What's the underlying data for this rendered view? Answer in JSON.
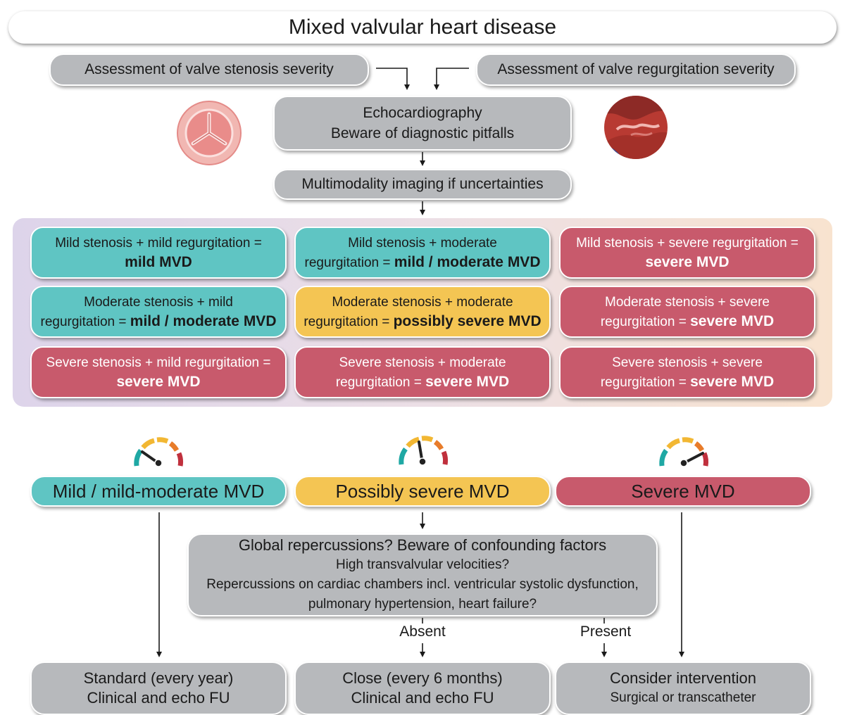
{
  "title": "Mixed valvular heart disease",
  "assessment": {
    "stenosis": "Assessment of valve stenosis severity",
    "regurgitation": "Assessment of valve regurgitation severity"
  },
  "echo": {
    "line1": "Echocardiography",
    "line2": "Beware of diagnostic pitfalls"
  },
  "multimodality": "Multimodality imaging if uncertainties",
  "grid": [
    {
      "line1": "Mild stenosis + mild regurgitation =",
      "result": "mild MVD",
      "color": "#5fc5c3"
    },
    {
      "line1": "Mild stenosis + moderate",
      "line2": "regurgitation = ",
      "result": "mild / moderate MVD",
      "color": "#5fc5c3"
    },
    {
      "line1": "Mild stenosis + severe regurgitation =",
      "result": "severe MVD",
      "color": "#c85a6c"
    },
    {
      "line1": "Moderate stenosis + mild",
      "line2": "regurgitation = ",
      "result": "mild / moderate MVD",
      "color": "#5fc5c3"
    },
    {
      "line1": "Moderate stenosis + moderate",
      "line2": "regurgitation = ",
      "result": "possibly severe MVD",
      "color": "#f4c553"
    },
    {
      "line1": "Moderate stenosis + severe",
      "line2": "regurgitation = ",
      "result": "severe MVD",
      "color": "#c85a6c"
    },
    {
      "line1": "Severe stenosis + mild regurgitation =",
      "result": "severe MVD",
      "color": "#c85a6c"
    },
    {
      "line1": "Severe stenosis + moderate",
      "line2": "regurgitation = ",
      "result": "severe MVD",
      "color": "#c85a6c"
    },
    {
      "line1": "Severe stenosis + severe",
      "line2": "regurgitation = ",
      "result": "severe MVD",
      "color": "#c85a6c"
    }
  ],
  "categories": {
    "mild": "Mild / mild-moderate MVD",
    "possibly": "Possibly severe MVD",
    "severe": "Severe MVD"
  },
  "gauges": {
    "mild": {
      "icon": "gauge-low-icon"
    },
    "possibly": {
      "icon": "gauge-mid-icon"
    },
    "severe": {
      "icon": "gauge-high-icon"
    }
  },
  "global": {
    "heading": "Global repercussions? Beware of confounding factors",
    "line1": "High transvalvular velocities?",
    "line2": "Repercussions on cardiac chambers incl. ventricular systolic dysfunction,",
    "line3": "pulmonary hypertension, heart failure?"
  },
  "branches": {
    "absent": "Absent",
    "present": "Present"
  },
  "outcomes": {
    "standard": {
      "line1": "Standard (every year)",
      "line2": "Clinical and echo FU"
    },
    "close": {
      "line1": "Close (every 6 months)",
      "line2": "Clinical and echo FU"
    },
    "intervention": {
      "line1": "Consider intervention",
      "line2": "Surgical or transcatheter"
    }
  },
  "colors": {
    "teal": "#5fc5c3",
    "yellow": "#f4c553",
    "red": "#c85a6c",
    "grey": "#b7b9bc"
  }
}
